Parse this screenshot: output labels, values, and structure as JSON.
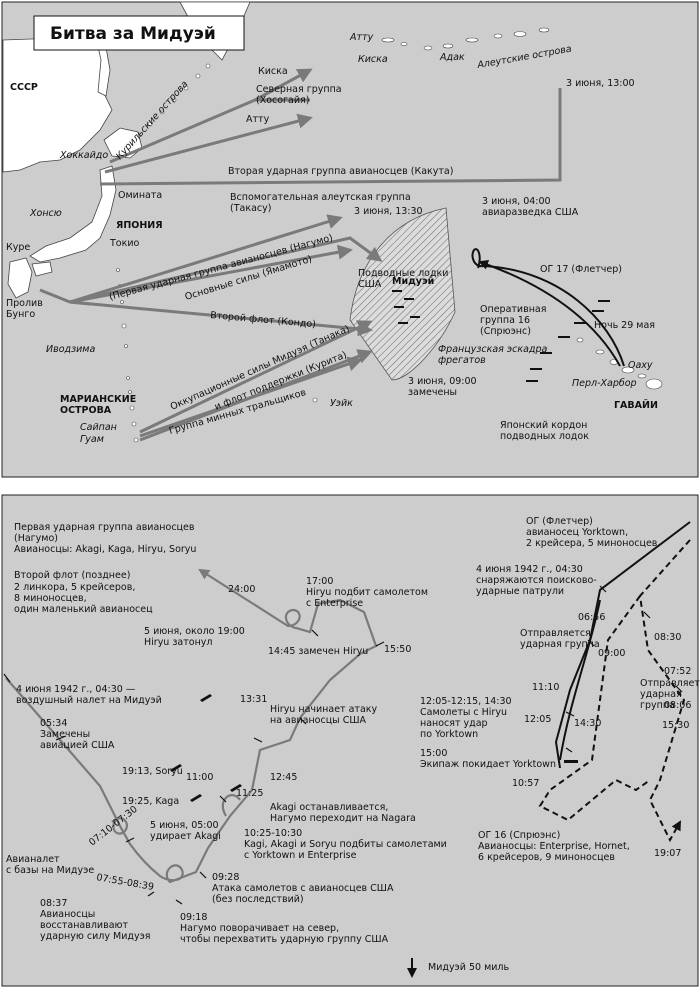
{
  "title": "Битва за Мидуэй",
  "top_map": {
    "land_labels": {
      "ussr": "СССР",
      "kuril": "Курильские острова",
      "hokkaido": "Хоккайдо",
      "honshu": "Хонсю",
      "japan": "ЯПОНИЯ",
      "ominato": "Омината",
      "kure": "Куре",
      "tokyo": "Токио",
      "bungo": "Пролив\nБунго",
      "iwojima": "Иводзима",
      "marianas": "МАРИАНСКИЕ\nОСТРОВА",
      "saipan": "Сайпан",
      "guam": "Гуам",
      "wake": "Уэйк",
      "attu_isl": "Атту",
      "kiska_isl": "Киска",
      "adak": "Адак",
      "aleutian": "Алеутские острова",
      "midway": "Мидуэй",
      "oahu": "Оаху",
      "pearl": "Перл-Харбор",
      "hawaii": "ГАВАЙИ"
    },
    "route_labels": {
      "kiska": "Киска",
      "northern": "Северная группа\n(Хосогайя)",
      "attu": "Атту",
      "second_carrier": "Вторая ударная группа авианосцев (Какута)",
      "aux_aleutian": "Вспомогательная алеутская группа\n(Такасу)",
      "first_carrier": "(Первая ударная группа авианосцев (Нагумо)",
      "main_forces": "Основные силы (Ямамото)",
      "second_fleet": "Второй флот (Кондо)",
      "occupation": "Оккупационные силы Мидуэя (Танака)",
      "support": "и флот поддержки (Курита)",
      "minesweepers": "Группа минных тральщиков",
      "submarines": "Подводные лодки\nСША",
      "french": "Французская эскадра\nфрегатов",
      "cordon": "Японский кордон\nподводных лодок",
      "tf17": "ОГ 17 (Флетчер)",
      "tf16": "Оперативная\nгруппа 16\n(Спрюэнс)",
      "night29": "Ночь 29 мая"
    },
    "time_labels": {
      "t1300": "3 июня, 13:00",
      "t1330": "3 июня, 13:30",
      "t0400": "3 июня, 04:00\nавиаразведка США",
      "t0900": "3 июня, 09:00\nзамечены"
    }
  },
  "bottom_map": {
    "header_first": "Первая ударная группа авианосцев\n(Нагумо)",
    "header_first_sub": "Авианосцы: Akagi, Kaga, Hiryu, Soryu",
    "header_second": "Второй флот (позднее)",
    "header_second_sub": "2 линкора, 5 крейсеров,\n8 миноносцев,\nодин маленький авианосец",
    "fletcher": "ОГ (Флетчер)\nавианосец Yorktown,\n2 крейсера, 5 миноносцев",
    "spruance": "ОГ 16 (Спрюэнс)\nАвианосцы: Enterprise, Hornet,\n6 крейсеров, 9 миноносцев",
    "events": {
      "e0430": "4 июня 1942 г., 04:30 —\nвоздушный налет на Мидуэй",
      "e0534": "05:34\nЗамечены\nавиацией США",
      "e1913": "19:13, Soryu",
      "e1925": "19:25, Kaga",
      "e1100": "11:00",
      "e1245": "12:45",
      "e1125": "11:25",
      "akagi_stop": "Akagi останавливается,\nНагумо переходит на Nagara",
      "e0500": "5 июня, 05:00\nудирает Akagi",
      "e1025": "10:25-10:30\nKagi, Akagi и Soryu подбиты самолетами\nс Yorktown и Enterprise",
      "e0710": "07:10-07:30",
      "e0755": "07:55-08:39",
      "midway_raid": "Авианалет\nс базы на Мидуэе",
      "e0837": "08:37\nАвианосцы\nвосстанавливают\nударную силу Мидуэя",
      "e0928": "09:28\nАтака самолетов с авианосцев США\n(без последствий)",
      "e0918": "09:18\nНагумо поворачивает на север,\nчтобы перехватить ударную группу США",
      "e2400": "24:00",
      "hiryu_sunk": "5 июня, около 19:00\nHiryu затонул",
      "e1700": "17:00\nHiryu подбит самолетом\nс Enterprise",
      "e1445": "14:45 замечен Hiryu",
      "e1550": "15:50",
      "e1331": "13:31",
      "hiryu_attack": "Hiryu начинает атаку\nна авианосцы США",
      "f0430": "4 июня 1942 г., 04:30\nснаряжаются поисково-\nударные патрули",
      "f0656": "06:56",
      "f0830": "08:30",
      "strike_out": "Отправляется\nударная группа",
      "f0900": "09:00",
      "f0752": "07:52",
      "strike_out2": "Отправляется\nударная\nгруппа",
      "f0806": "08:06",
      "f1110": "11:10",
      "hiryu_planes": "12:05-12:15, 14:30\nСамолеты с Hiryu\nнаносят удар\nпо Yorktown",
      "f1205": "12:05",
      "f1430": "14:30",
      "f1530": "15:30",
      "f1500": "15:00\nЭкипаж покидает Yorktown",
      "f1057": "10:57",
      "f1907": "19:07"
    },
    "scale": "Мидуэй 50 миль"
  }
}
